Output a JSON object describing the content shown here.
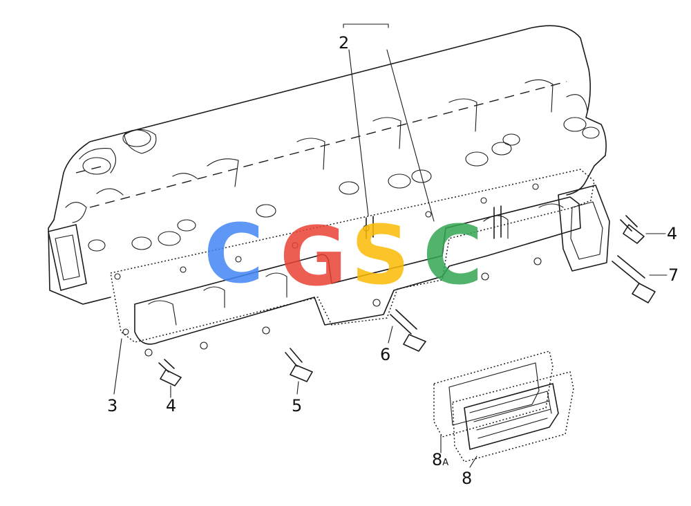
{
  "callouts": {
    "c2": "2",
    "c3": "3",
    "c4_right": "4",
    "c4_bottom": "4",
    "c5": "5",
    "c6": "6",
    "c7": "7",
    "c8": "8",
    "c8a_main": "8",
    "c8a_sub": "A"
  },
  "watermark": {
    "letters": [
      "C",
      "G",
      "S",
      "C"
    ],
    "colors": [
      "#4285F4",
      "#EA4335",
      "#FBBC05",
      "#34A853"
    ]
  }
}
